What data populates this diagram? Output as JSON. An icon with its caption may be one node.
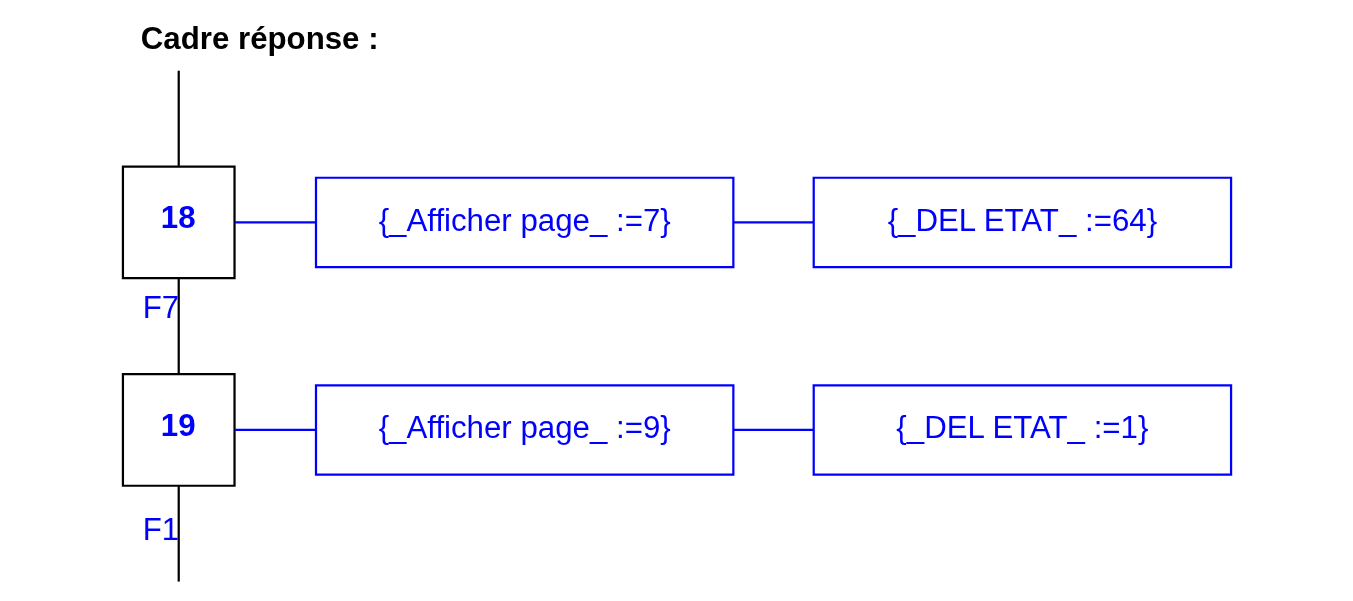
{
  "diagram": {
    "title": "Cadre réponse :",
    "nodes": [
      {
        "text": [
          "18"
        ]
      },
      {
        "text": [
          "{_Afficher page_ :=7}"
        ]
      },
      {
        "text": [
          "{_DEL ETAT_ :=64}"
        ]
      },
      {
        "text": [
          "19"
        ]
      },
      {
        "text": [
          "{_Afficher page_ :=9}"
        ]
      },
      {
        "text": [
          "{_DEL ETAT_ :=1}"
        ]
      }
    ],
    "edges": [
      {
        "from": null,
        "to": 0,
        "arrow": "none",
        "color": "#000000"
      },
      {
        "from": 0,
        "to": 1,
        "arrow": "none"
      },
      {
        "from": 1,
        "to": 2,
        "arrow": "none"
      },
      {
        "from": 0,
        "to": 3,
        "arrow": "none",
        "label": "F7",
        "color": "#000000"
      },
      {
        "from": 3,
        "to": 4,
        "arrow": "none"
      },
      {
        "from": 4,
        "to": 5,
        "arrow": "none"
      },
      {
        "from": 3,
        "to": null,
        "arrow": "none",
        "label": "F1",
        "color": "#000000"
      }
    ]
  }
}
